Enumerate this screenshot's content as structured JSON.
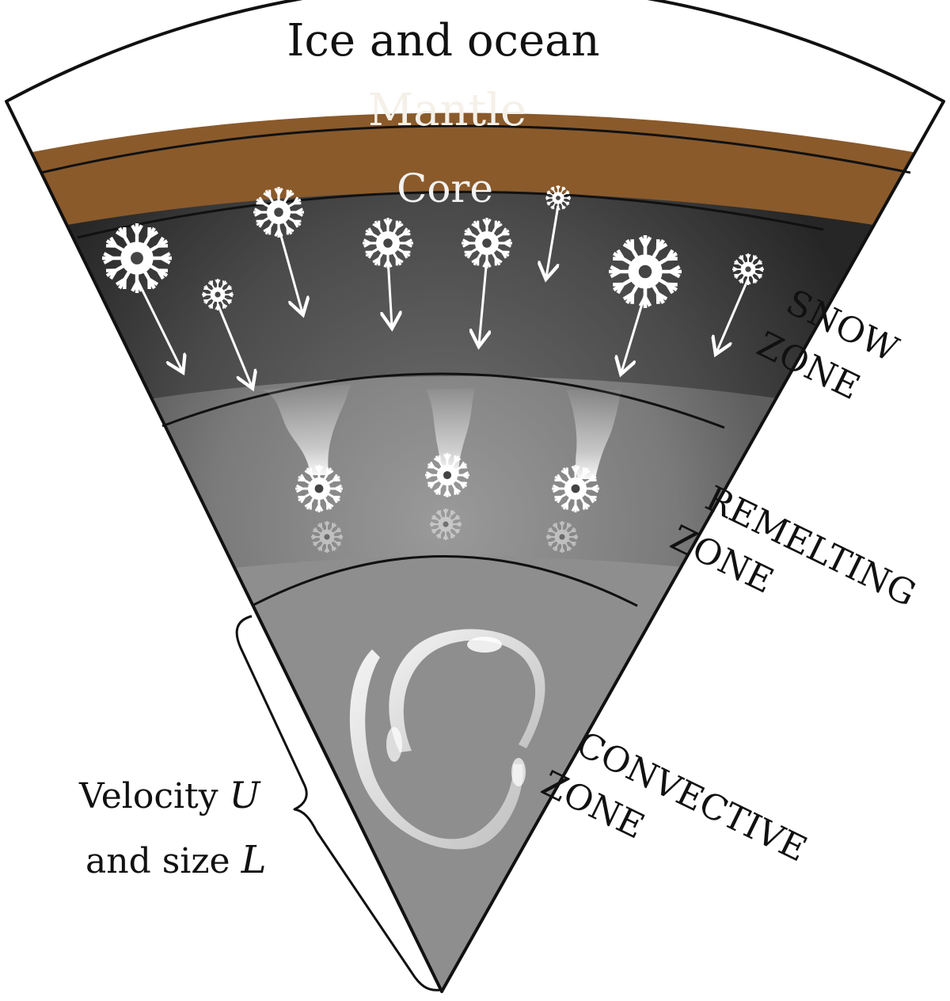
{
  "layers": {
    "ice_ocean": "Ice and ocean",
    "mantle": "Mantle",
    "core": "Core"
  },
  "zones": {
    "snow": [
      "SNOW",
      "ZONE"
    ],
    "remelting": [
      "REMELTING",
      "ZONE"
    ],
    "convective": [
      "CONVECTIVE",
      "ZONE"
    ]
  },
  "brace_label": {
    "line1_text": "Velocity ",
    "line1_var": "U",
    "line2_text": "and size ",
    "line2_var": "L"
  },
  "colors": {
    "ice": "#ffffff",
    "mantle": "#8a5a2b",
    "core_dark": "#2e2e2e",
    "core_light": "#8c8c8c",
    "snowflake": "#ffffff"
  }
}
